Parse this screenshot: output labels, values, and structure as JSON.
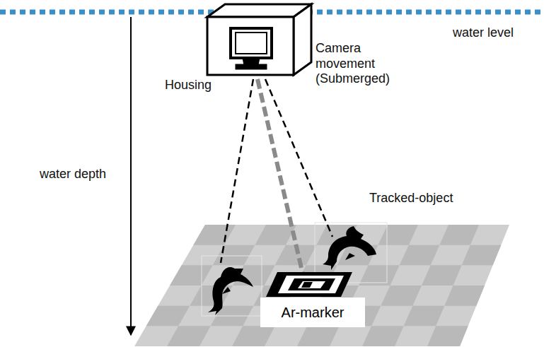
{
  "diagram": {
    "nodes": [
      {
        "text": [
          "Ar-marker"
        ]
      }
    ],
    "labels": [
      "water level",
      "Camera movement (Submerged)",
      "Housing",
      "water depth",
      "Tracked-object"
    ]
  }
}
